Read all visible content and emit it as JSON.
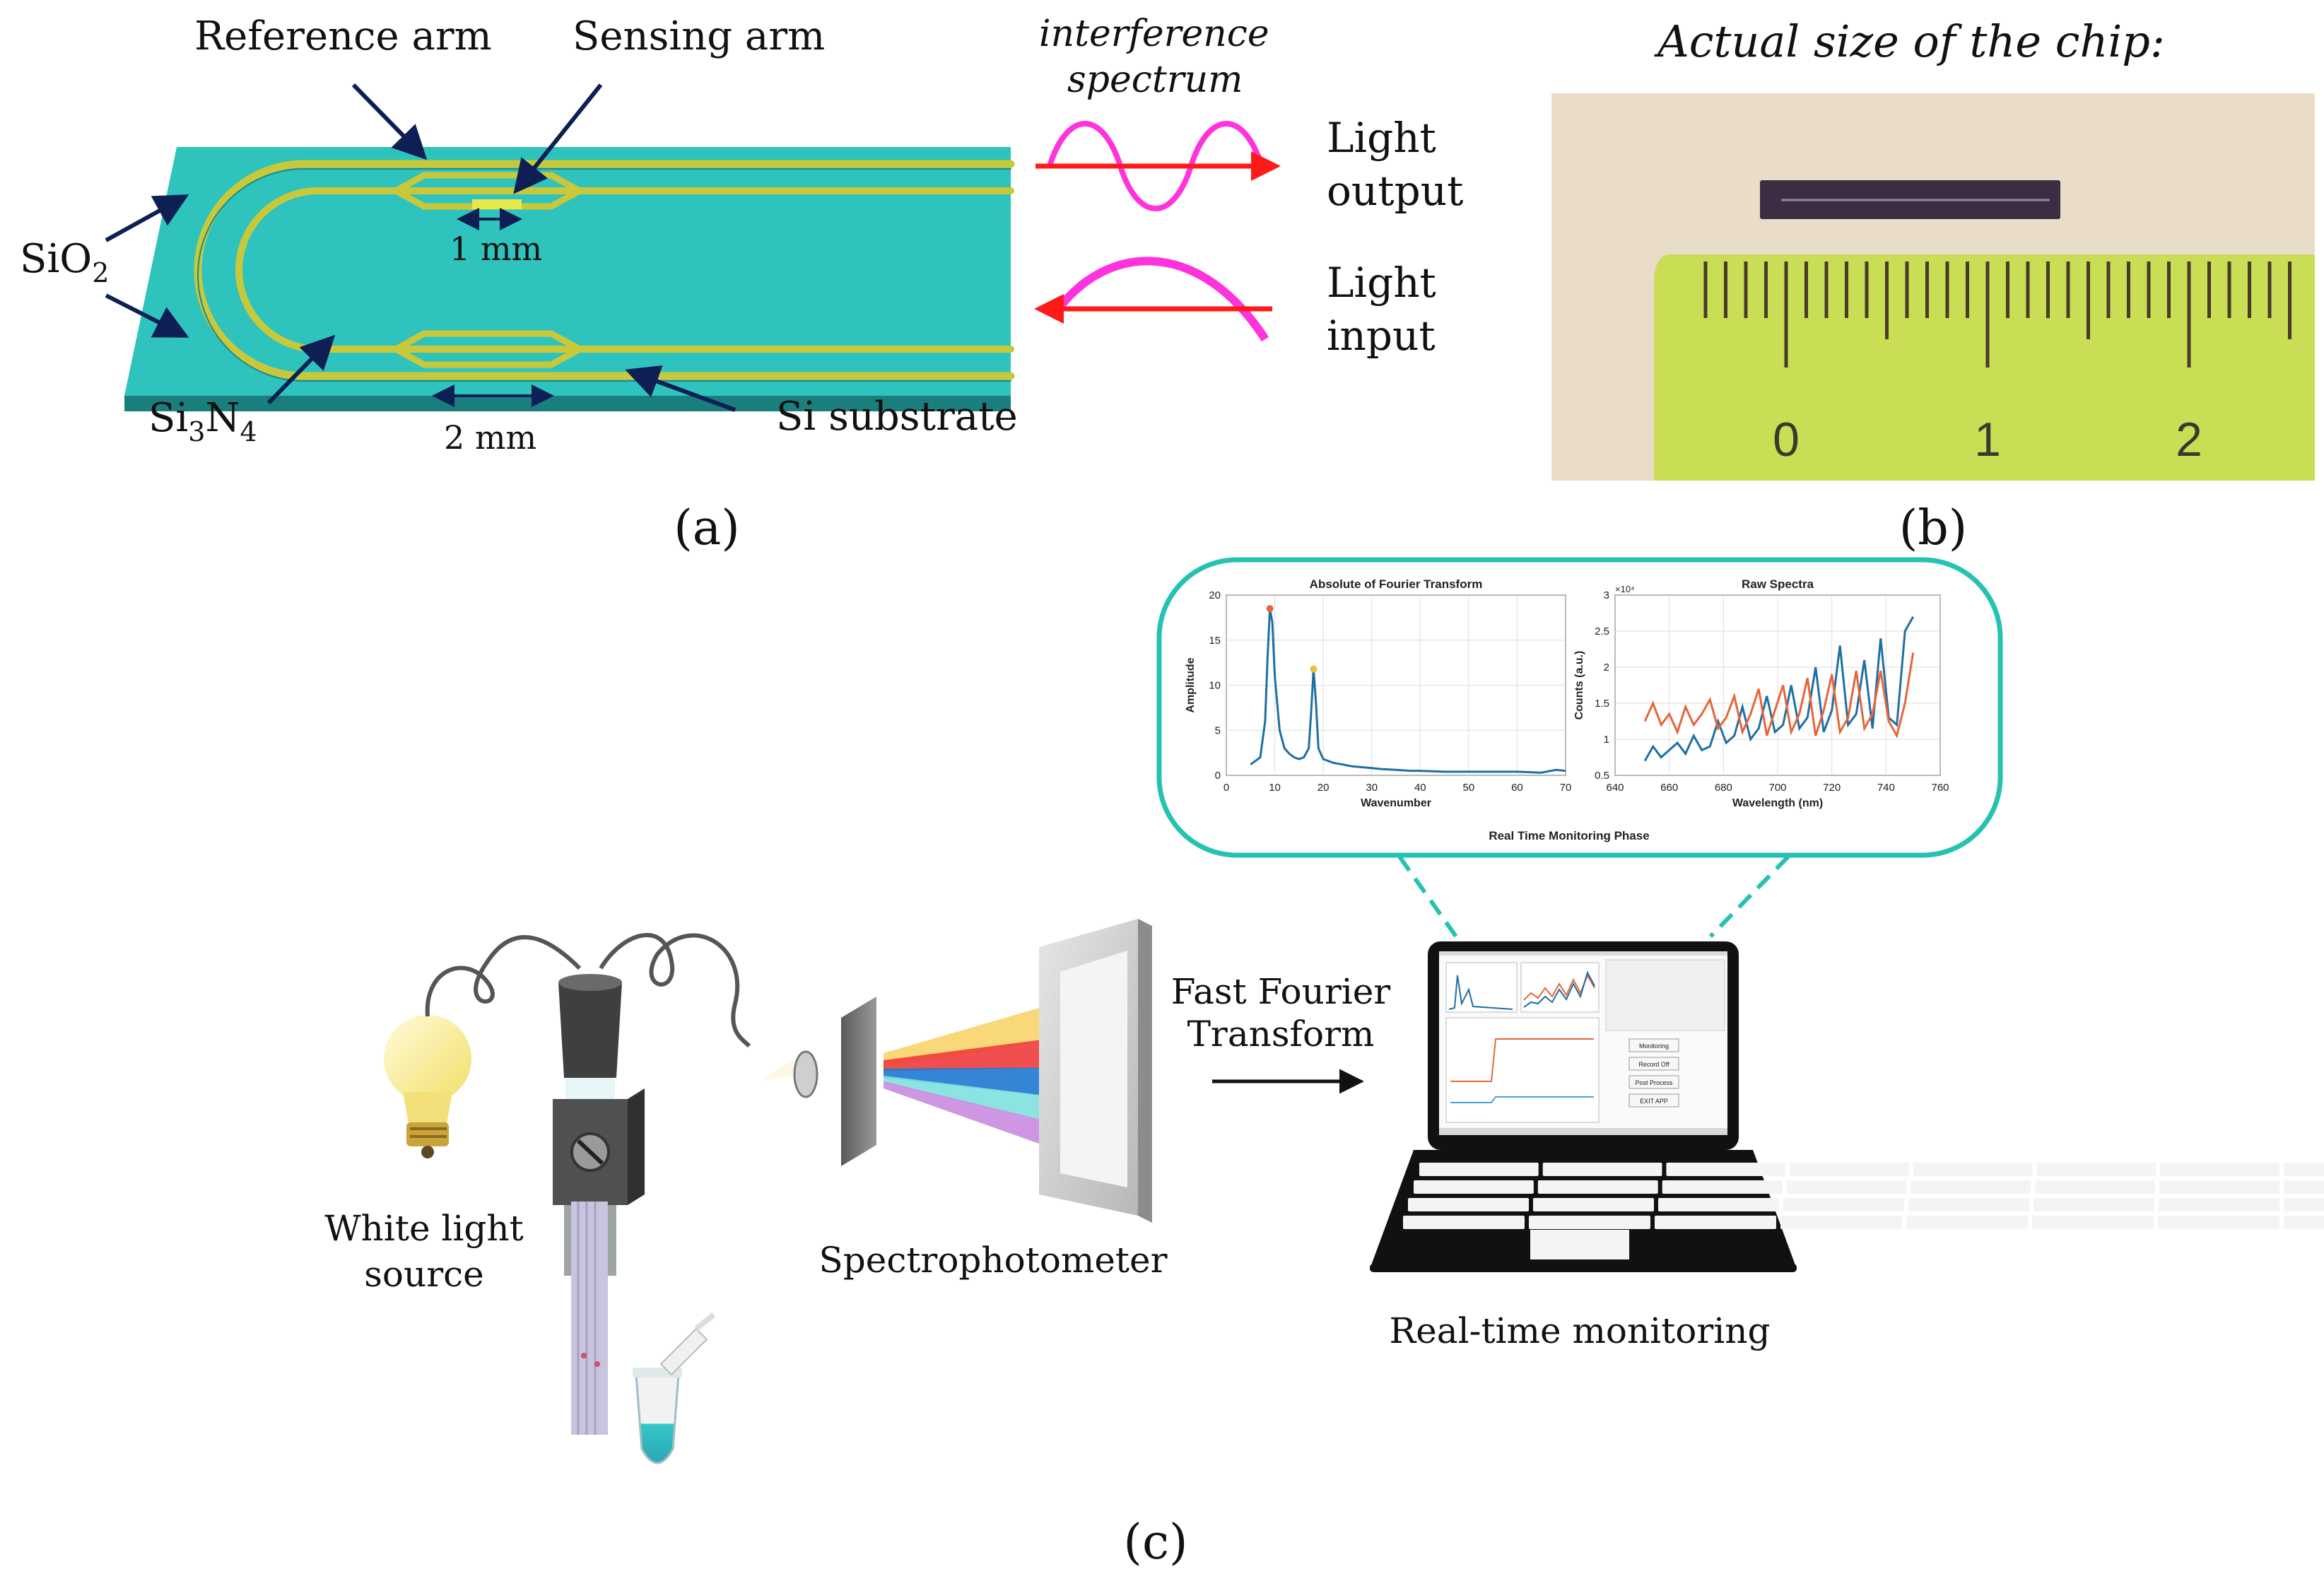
{
  "panel_a": {
    "label": "(a)",
    "reference_arm": "Reference arm",
    "sensing_arm": "Sensing arm",
    "interference_word1": "interference",
    "interference_word2": "spectrum",
    "light_output_1": "Light",
    "light_output_2": "output",
    "light_input_1": "Light",
    "light_input_2": "input",
    "sio2_base": "SiO",
    "sio2_sub": "2",
    "si3n4_a": "Si",
    "si3n4_sub1": "3",
    "si3n4_b": "N",
    "si3n4_sub2": "4",
    "dim_1mm": "1 mm",
    "dim_2mm": "2 mm",
    "si_substrate": "Si substrate",
    "colors": {
      "chip_top": "#2fc3bd",
      "chip_side": "#1a7f7c",
      "waveguide": "#c9c83a",
      "wave": "#ff33dd",
      "beam": "#ff1a1a",
      "arrow": "#0d1f54"
    }
  },
  "panel_b": {
    "label": "(b)",
    "title": "Actual size of the chip:",
    "ruler_numbers": [
      "0",
      "1",
      "2"
    ],
    "colors": {
      "background": "#e9dcc8",
      "ruler": "#c9dd55",
      "chip": "#3d2d42"
    }
  },
  "panel_c": {
    "label": "(c)",
    "white_light_1": "White light",
    "white_light_2": "source",
    "spectrophotometer": "Spectrophotometer",
    "fft_1": "Fast Fourier",
    "fft_2": "Transform",
    "real_time": "Real-time monitoring",
    "inset_caption": "Real Time Monitoring Phase",
    "colors": {
      "inset_border": "#25c2b2",
      "series_blue": "#1f6fa3",
      "series_orange": "#e8643a"
    },
    "laptop_buttons": [
      "Monitoring",
      "Record Off",
      "Post Process",
      "EXIT APP"
    ]
  },
  "chart_data": [
    {
      "type": "line",
      "title": "Absolute of Fourier Transform",
      "xlabel": "Wavenumber",
      "ylabel": "Amplitude",
      "xlim": [
        0,
        70
      ],
      "ylim": [
        0,
        20
      ],
      "x_ticks": [
        "0",
        "10",
        "20",
        "30",
        "40",
        "50",
        "60",
        "70"
      ],
      "y_ticks": [
        "0",
        "5",
        "10",
        "15",
        "20"
      ],
      "grid": true,
      "series": [
        {
          "x": [
            5,
            7,
            8,
            8.5,
            9,
            9.5,
            10,
            11,
            12,
            13,
            14,
            15,
            16,
            17,
            17.5,
            18,
            18.5,
            19,
            20,
            22,
            24,
            26,
            28,
            30,
            32,
            35,
            38,
            40,
            45,
            50,
            55,
            60,
            65,
            68,
            70
          ],
          "y": [
            1.2,
            2.0,
            6.0,
            13.0,
            18.5,
            17.0,
            11.0,
            5.0,
            3.0,
            2.4,
            2.0,
            1.8,
            2.0,
            3.0,
            7.0,
            11.8,
            8.0,
            3.0,
            1.8,
            1.4,
            1.2,
            1.0,
            0.9,
            0.8,
            0.7,
            0.6,
            0.5,
            0.5,
            0.4,
            0.4,
            0.4,
            0.4,
            0.3,
            0.6,
            0.5
          ]
        }
      ],
      "peaks": [
        {
          "x": 9,
          "y": 18.5
        },
        {
          "x": 18,
          "y": 11.8
        }
      ]
    },
    {
      "type": "line",
      "title": "Raw Spectra",
      "xlabel": "Wavelength (nm)",
      "ylabel": "Counts (a.u.)",
      "y_multiplier": "×10⁴",
      "xlim": [
        640,
        760
      ],
      "ylim": [
        0.5,
        3
      ],
      "x_ticks": [
        "640",
        "660",
        "680",
        "700",
        "720",
        "740",
        "760"
      ],
      "y_ticks": [
        "0.5",
        "1",
        "1.5",
        "2",
        "2.5",
        "3"
      ],
      "grid": true,
      "series": [
        {
          "color": "blue",
          "x": [
            651,
            654,
            657,
            660,
            663,
            666,
            669,
            672,
            675,
            678,
            681,
            684,
            687,
            690,
            693,
            696,
            699,
            702,
            705,
            708,
            711,
            714,
            717,
            720,
            723,
            726,
            729,
            732,
            735,
            738,
            741,
            744,
            747,
            750
          ],
          "y": [
            0.7,
            0.9,
            0.75,
            0.85,
            0.95,
            0.8,
            1.05,
            0.85,
            0.9,
            1.25,
            0.95,
            1.05,
            1.45,
            1.0,
            1.15,
            1.6,
            1.1,
            1.2,
            1.75,
            1.15,
            1.3,
            2.0,
            1.1,
            1.4,
            2.3,
            1.2,
            1.35,
            2.1,
            1.15,
            2.4,
            1.3,
            1.2,
            2.5,
            2.7
          ]
        },
        {
          "color": "orange",
          "x": [
            651,
            654,
            657,
            660,
            663,
            666,
            669,
            672,
            675,
            678,
            681,
            684,
            687,
            690,
            693,
            696,
            699,
            702,
            705,
            708,
            711,
            714,
            717,
            720,
            723,
            726,
            729,
            732,
            735,
            738,
            741,
            744,
            747,
            750
          ],
          "y": [
            1.25,
            1.5,
            1.2,
            1.35,
            1.1,
            1.45,
            1.2,
            1.35,
            1.55,
            1.15,
            1.3,
            1.6,
            1.1,
            1.35,
            1.7,
            1.05,
            1.4,
            1.75,
            1.1,
            1.35,
            1.85,
            1.05,
            1.4,
            1.9,
            1.1,
            1.3,
            1.95,
            1.15,
            1.35,
            1.95,
            1.25,
            1.05,
            1.5,
            2.2
          ]
        }
      ]
    }
  ]
}
